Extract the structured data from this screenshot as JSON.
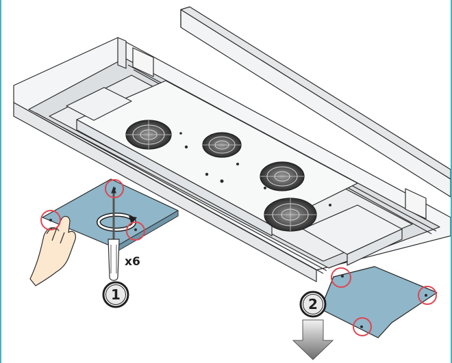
{
  "labels": {
    "multiplier": "x6",
    "step1": "1",
    "step2": "2"
  },
  "colors": {
    "frame": "#46b4c2",
    "panel": "#8fb6c9",
    "highlight_circle": "#e0454f",
    "line": "#2b2b2b",
    "hood_face": "#eef0f1",
    "arrow": "#7a7a7a"
  },
  "icons": {
    "screwdriver": "screwdriver-icon",
    "hand": "hand-icon",
    "rotate": "rotate-arrow-icon",
    "down": "down-arrow-icon"
  }
}
